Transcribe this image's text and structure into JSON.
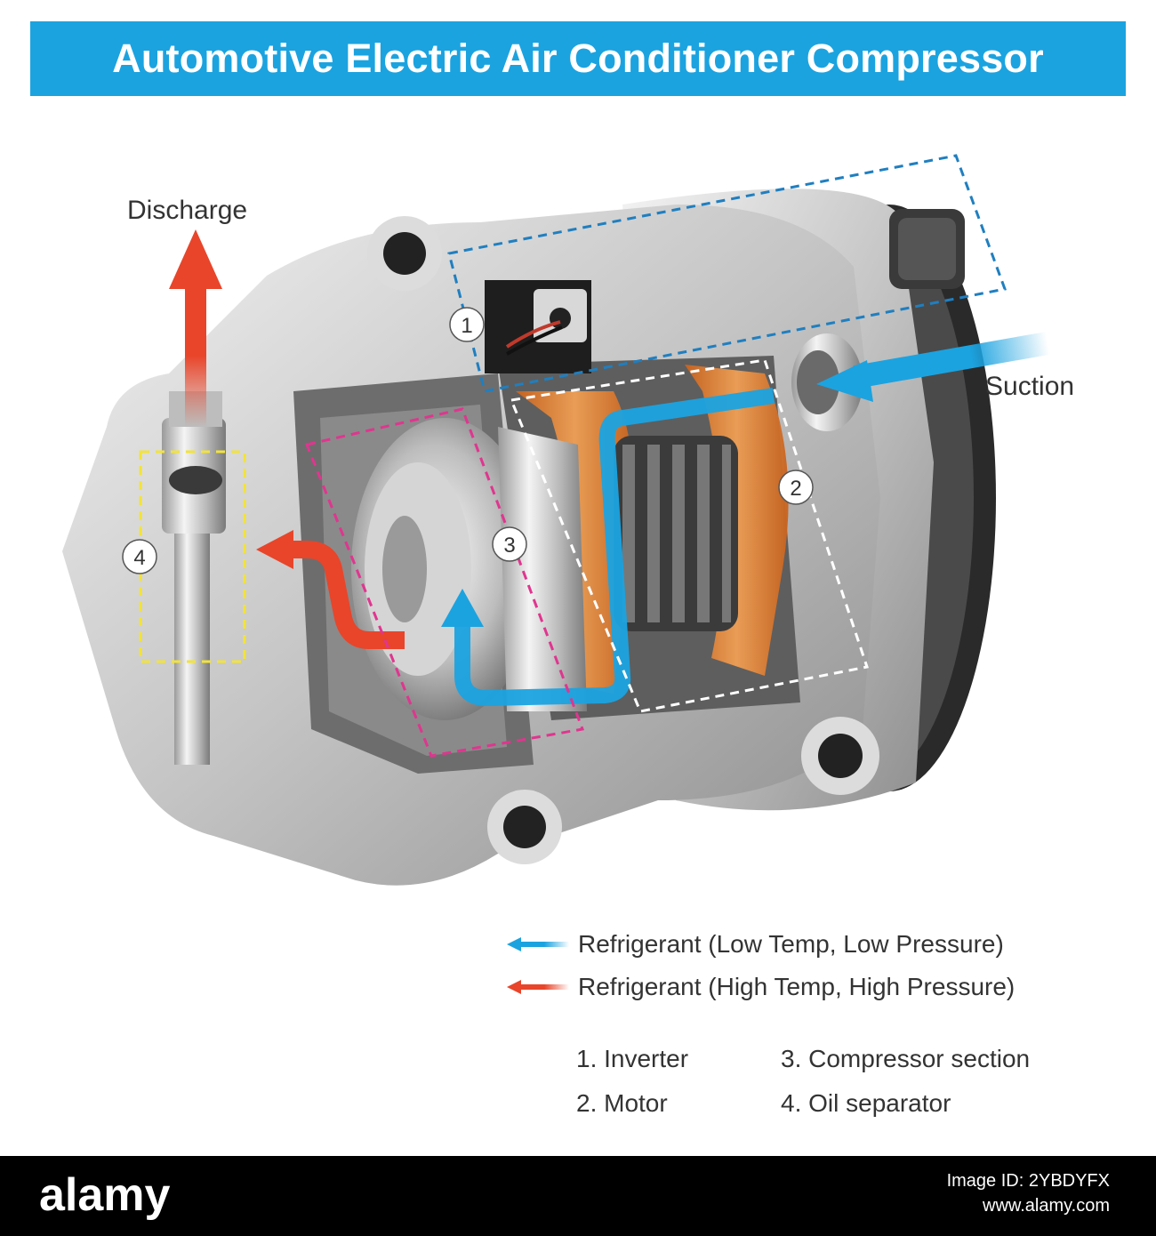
{
  "title": "Automotive Electric Air Conditioner Compressor",
  "callouts": {
    "discharge": "Discharge",
    "suction": "Suction"
  },
  "markers": [
    "1",
    "2",
    "3",
    "4"
  ],
  "legend": [
    {
      "label": "Refrigerant (Low Temp, Low Pressure)",
      "color": "#1ba3e0"
    },
    {
      "label": "Refrigerant (High Temp, High Pressure)",
      "color": "#e8452a"
    }
  ],
  "keys": [
    {
      "label": "1. Inverter"
    },
    {
      "label": "2. Motor"
    },
    {
      "label": "3. Compressor section"
    },
    {
      "label": "4. Oil separator"
    }
  ],
  "colors": {
    "title_bg": "#1ba3e0",
    "inverter_box": "#1f7fc0",
    "motor_box": "#ffffff",
    "compressor_box": "#e0358f",
    "separator_box": "#f2e33a",
    "coil": "#e07a2a"
  },
  "footer": {
    "brand": "alamy",
    "image_id_line1": "Image ID: 2YBDYFX",
    "image_id_line2": "www.alamy.com"
  }
}
